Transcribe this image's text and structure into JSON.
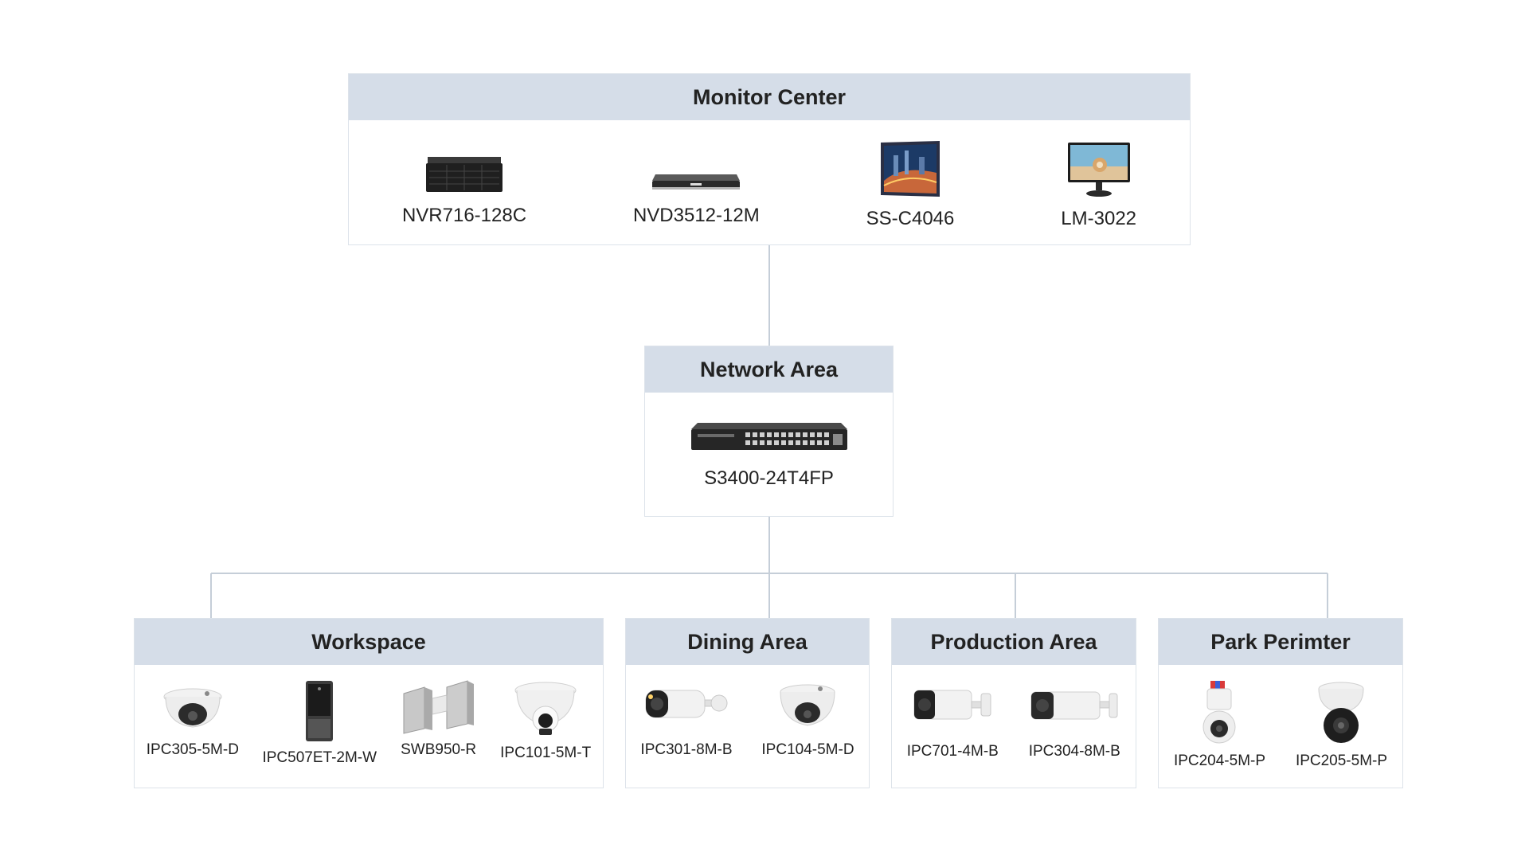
{
  "monitor_center": {
    "title": "Monitor Center",
    "devices": [
      {
        "label": "NVR716-128C",
        "icon": "nvr-recorder-icon"
      },
      {
        "label": "NVD3512-12M",
        "icon": "video-decoder-icon"
      },
      {
        "label": "SS-C4046",
        "icon": "video-wall-screen-icon"
      },
      {
        "label": "LM-3022",
        "icon": "monitor-display-icon"
      }
    ]
  },
  "network_area": {
    "title": "Network Area",
    "devices": [
      {
        "label": "S3400-24T4FP",
        "icon": "network-switch-icon"
      }
    ]
  },
  "workspace": {
    "title": "Workspace",
    "devices": [
      {
        "label": "IPC305-5M-D",
        "icon": "dome-camera-icon"
      },
      {
        "label": "IPC507ET-2M-W",
        "icon": "access-terminal-icon"
      },
      {
        "label": "SWB950-R",
        "icon": "turnstile-gate-icon"
      },
      {
        "label": "IPC101-5M-T",
        "icon": "turret-camera-icon"
      }
    ]
  },
  "dining_area": {
    "title": "Dining Area",
    "devices": [
      {
        "label": "IPC301-8M-B",
        "icon": "bullet-camera-icon"
      },
      {
        "label": "IPC104-5M-D",
        "icon": "dome-camera-icon"
      }
    ]
  },
  "production_area": {
    "title": "Production Area",
    "devices": [
      {
        "label": "IPC701-4M-B",
        "icon": "bullet-camera-icon"
      },
      {
        "label": "IPC304-8M-B",
        "icon": "bullet-camera-icon"
      }
    ]
  },
  "park_perimeter": {
    "title": "Park Perimter",
    "devices": [
      {
        "label": "IPC204-5M-P",
        "icon": "ptz-camera-icon"
      },
      {
        "label": "IPC205-5M-P",
        "icon": "ptz-dome-camera-icon"
      }
    ]
  },
  "colors": {
    "header_bg": "#d5dde8",
    "border": "#dde3ea",
    "connector": "#c5ced8"
  }
}
